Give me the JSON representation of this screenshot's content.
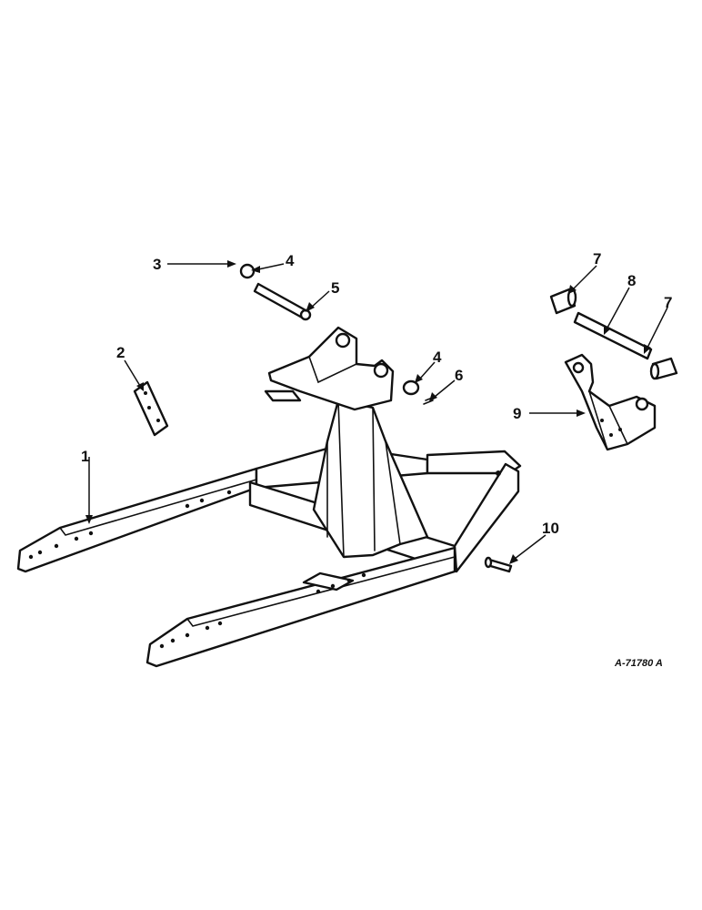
{
  "drawing": {
    "reference_code": "A-71780 A",
    "callouts": [
      "1",
      "2",
      "3",
      "4",
      "5",
      "4",
      "6",
      "7",
      "8",
      "7",
      "9",
      "10"
    ]
  },
  "colors": {
    "ink": "#111111",
    "paper": "#ffffff"
  }
}
